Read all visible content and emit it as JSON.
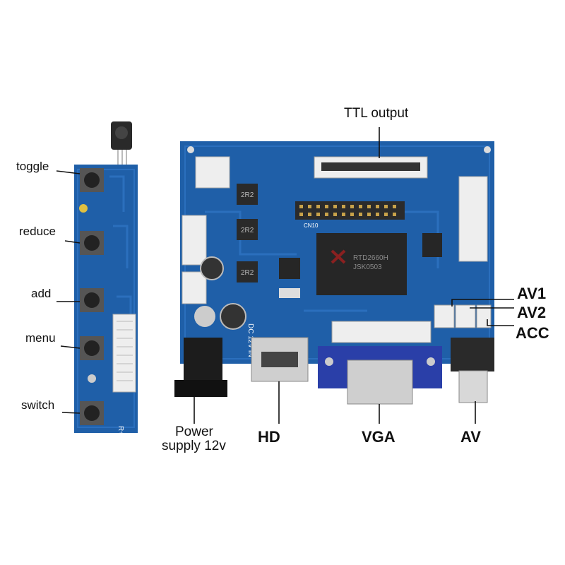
{
  "labels": {
    "toggle": "toggle",
    "reduce": "reduce",
    "add": "add",
    "menu": "menu",
    "switch": "switch",
    "ttl_output": "TTL output",
    "av1": "AV1",
    "av2": "AV2",
    "acc": "ACC",
    "power_line1": "Power",
    "power_line2": "supply 12v",
    "hd": "HD",
    "vga": "VGA",
    "av": "AV"
  },
  "silkscreen": {
    "chip_line1": "RTD2660H",
    "chip_line2": "JSK0503",
    "inductor": "2R2",
    "cn10": "CN10",
    "dc_in": "DC 12V IN",
    "button_board_mark": "R+A"
  },
  "colors": {
    "pcb_blue": "#1f5fa8",
    "pcb_blue_dark": "#17488a",
    "solder_mask_trace": "#2b6fbd",
    "connector_white": "#eeeeee",
    "vga_blue": "#2a3fa8",
    "chip_black": "#262626",
    "pin_gold": "#c8a24a",
    "leader_line": "#111111"
  }
}
